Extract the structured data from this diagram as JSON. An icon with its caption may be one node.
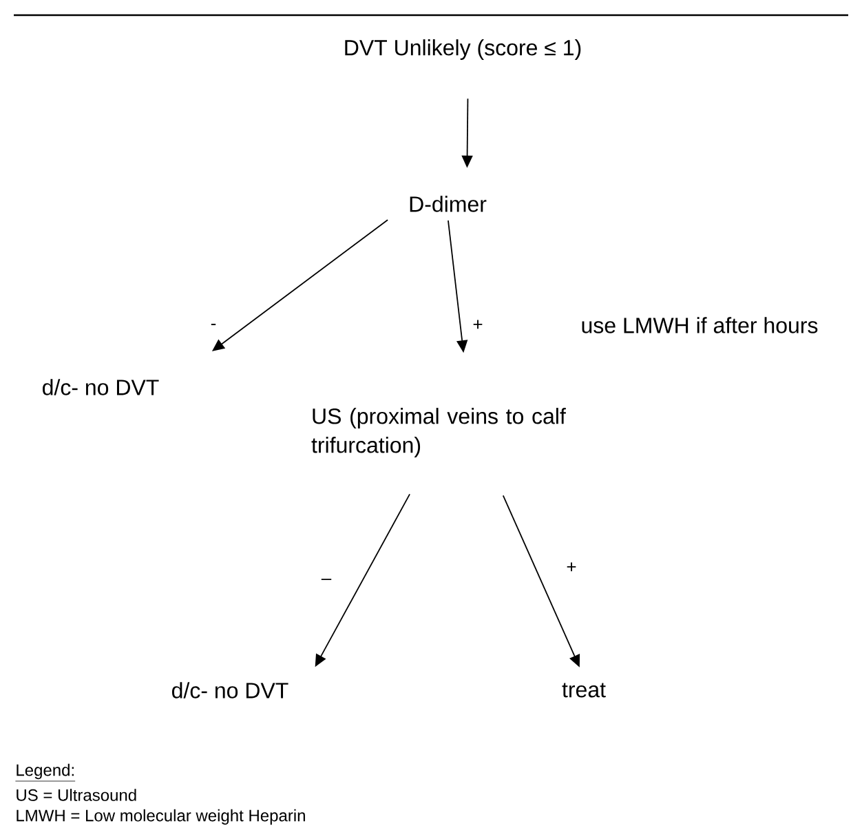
{
  "diagram": {
    "nodes": [
      {
        "text": [
          "DVT Unlikely (score ≤ 1)"
        ]
      },
      {
        "text": [
          "D-dimer"
        ]
      },
      {
        "text": [
          "d/c- no DVT"
        ]
      },
      {
        "text": [
          "US (proximal veins to calf trifurcation)"
        ]
      },
      {
        "text": [
          "d/c- no DVT"
        ]
      },
      {
        "text": [
          "treat"
        ]
      }
    ],
    "edges": [
      {
        "from": 0,
        "to": 1,
        "arrow": "to"
      },
      {
        "from": 1,
        "to": 2,
        "arrow": "to",
        "label": "-"
      },
      {
        "from": 1,
        "to": 3,
        "arrow": "to",
        "label": "+"
      },
      {
        "from": 3,
        "to": 4,
        "arrow": "to",
        "label": "–"
      },
      {
        "from": 3,
        "to": 5,
        "arrow": "to",
        "label": "+"
      }
    ],
    "labels": [
      "use LMWH if after hours",
      "Legend:",
      "US = Ultrasound",
      "LMWH = Low molecular weight Heparin"
    ]
  }
}
